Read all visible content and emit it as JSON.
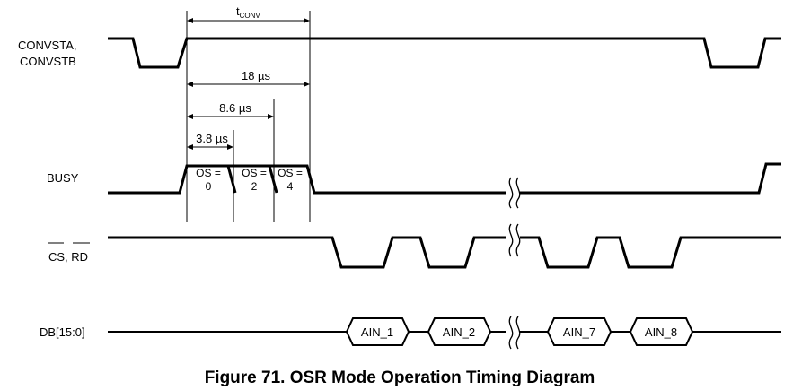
{
  "signals": {
    "convst_line1": "CONVSTA,",
    "convst_line2": "CONVSTB",
    "busy": "BUSY",
    "cs_rd": "CS, RD",
    "db": "DB[15:0]"
  },
  "timing": {
    "tconv_main": "t",
    "tconv_sub": "CONV",
    "t18": "18 µs",
    "t86": "8.6 µs",
    "t38": "3.8 µs"
  },
  "os_pulses": [
    {
      "top": "OS =",
      "bottom": "0"
    },
    {
      "top": "OS =",
      "bottom": "2"
    },
    {
      "top": "OS =",
      "bottom": "4"
    }
  ],
  "bus_words": [
    "AIN_1",
    "AIN_2",
    "AIN_7",
    "AIN_8"
  ],
  "caption": "Figure 71.  OSR Mode Operation Timing Diagram"
}
